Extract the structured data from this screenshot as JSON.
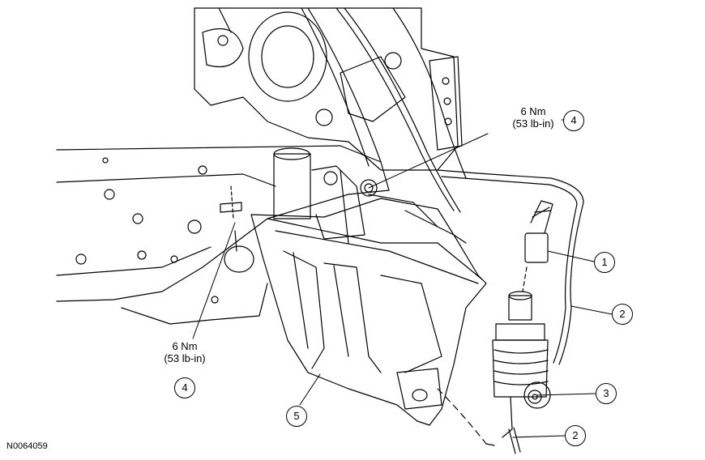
{
  "figure_id": "N0064059",
  "torque_labels": [
    {
      "nm": "6 Nm",
      "lbin": "(53 lb-in)"
    },
    {
      "nm": "6 Nm",
      "lbin": "(53 lb-in)"
    }
  ],
  "callouts": [
    "1",
    "2",
    "2",
    "3",
    "4",
    "4",
    "5"
  ]
}
